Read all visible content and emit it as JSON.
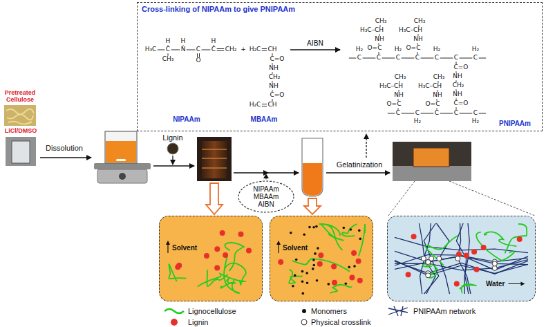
{
  "diagram": {
    "nodes": [
      {
        "text": [
          "Cross-linking of NIPAAm to give PNIPAAm"
        ]
      },
      {
        "text": [
          "NIPAAm",
          "MBAAm",
          "AIBN"
        ]
      },
      {
        "text": [
          "Solvent"
        ]
      },
      {
        "text": [
          "Solvent"
        ]
      },
      {
        "text": [
          "Water"
        ]
      }
    ],
    "labels": [
      "Pretreated Cellulose",
      "LiCl/DMSO",
      "Dissolution",
      "Lignin",
      "Gelatinization",
      "H",
      "H₃C",
      "C",
      "N",
      "C",
      "C",
      "CH₂",
      "CH₃",
      "H",
      "O",
      "H",
      "+",
      "H₂C",
      "CH",
      "C=O",
      "NH",
      "CH₂",
      "NH",
      "C=O",
      "H₂C",
      "CH",
      "AIBN",
      "NIPAAm",
      "MBAAm",
      "C",
      "C",
      "C",
      "C",
      "C",
      "C",
      "C",
      "H₂",
      "H₂",
      "H₂",
      "H₂",
      "O=C",
      "NH",
      "H₃C–CH",
      "CH₃",
      "O=C",
      "NH",
      "H₃C–CH",
      "CH₃",
      "C=O",
      "NH",
      "CH₂",
      "NH",
      "C=O",
      "C",
      "C",
      "C",
      "C",
      "C",
      "H₂",
      "H₂",
      "O=C",
      "NH",
      "H₃C–CH",
      "CH₃",
      "O=C",
      "NH",
      "H₃C–CH",
      "CH₃",
      "PNIPAAm"
    ],
    "legend": [
      {
        "text": "Lignocellulose"
      },
      {
        "text": "Monomers",
        "color": "#111111"
      },
      {
        "text": "PNIPAAm network"
      },
      {
        "text": "Lignin",
        "color": "#e8302a"
      },
      {
        "text": "Physical crosslink"
      }
    ]
  }
}
